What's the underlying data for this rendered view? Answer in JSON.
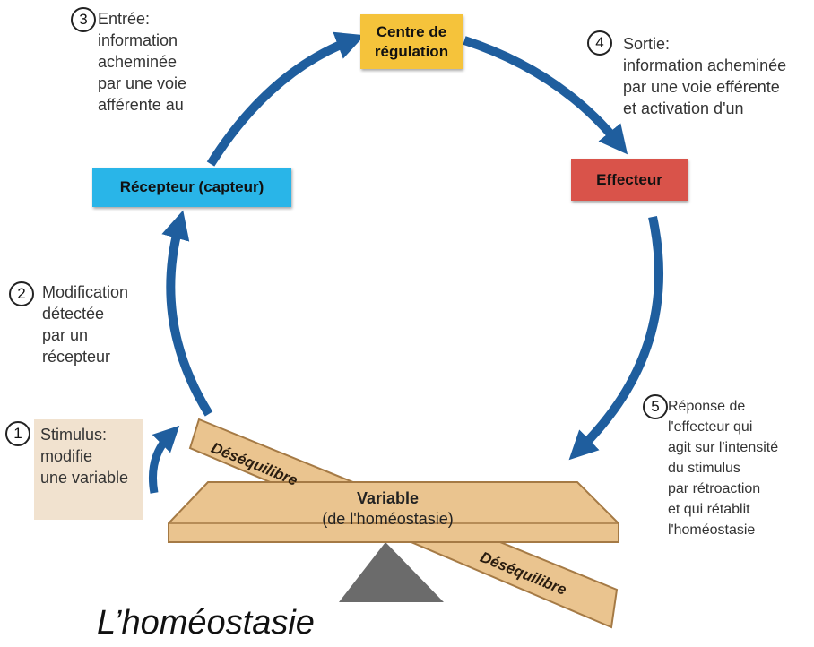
{
  "title": "L’homéostasie",
  "nodes": {
    "centre": {
      "line1": "Centre de",
      "line2": "régulation",
      "color": "#f5c33b"
    },
    "recepteur": {
      "label": "Récepteur (capteur)",
      "color": "#29b5e8"
    },
    "effecteur": {
      "label": "Effecteur",
      "color": "#d9534a"
    }
  },
  "steps": [
    {
      "number": "1",
      "lines": [
        "Stimulus:",
        "modifie",
        "une variable"
      ]
    },
    {
      "number": "2",
      "lines": [
        "Modification",
        "détectée",
        "par un",
        "récepteur"
      ]
    },
    {
      "number": "3",
      "lines": [
        "Entrée:",
        "information",
        "acheminée",
        "par une voie",
        "afférente au"
      ]
    },
    {
      "number": "4",
      "lines": [
        "Sortie:",
        "information acheminée",
        "par une voie efférente",
        "et activation d'un"
      ]
    },
    {
      "number": "5",
      "lines": [
        "Réponse de",
        "l'effecteur qui",
        "agit sur l'intensité",
        "du stimulus",
        "par rétroaction",
        "et qui rétablit",
        "l'homéostasie"
      ]
    }
  ],
  "balance": {
    "variable_title": "Variable",
    "variable_sub": "(de l'homéostasie)",
    "desequilibre_top": "Déséquilibre",
    "desequilibre_bottom": "Déséquilibre"
  },
  "colors": {
    "arrow": "#1f5e9e",
    "plank": "#eac48f",
    "plank_border": "#a57a45",
    "fulcrum": "#6b6b6b",
    "stimulus_bg": "#f1e2cf"
  }
}
